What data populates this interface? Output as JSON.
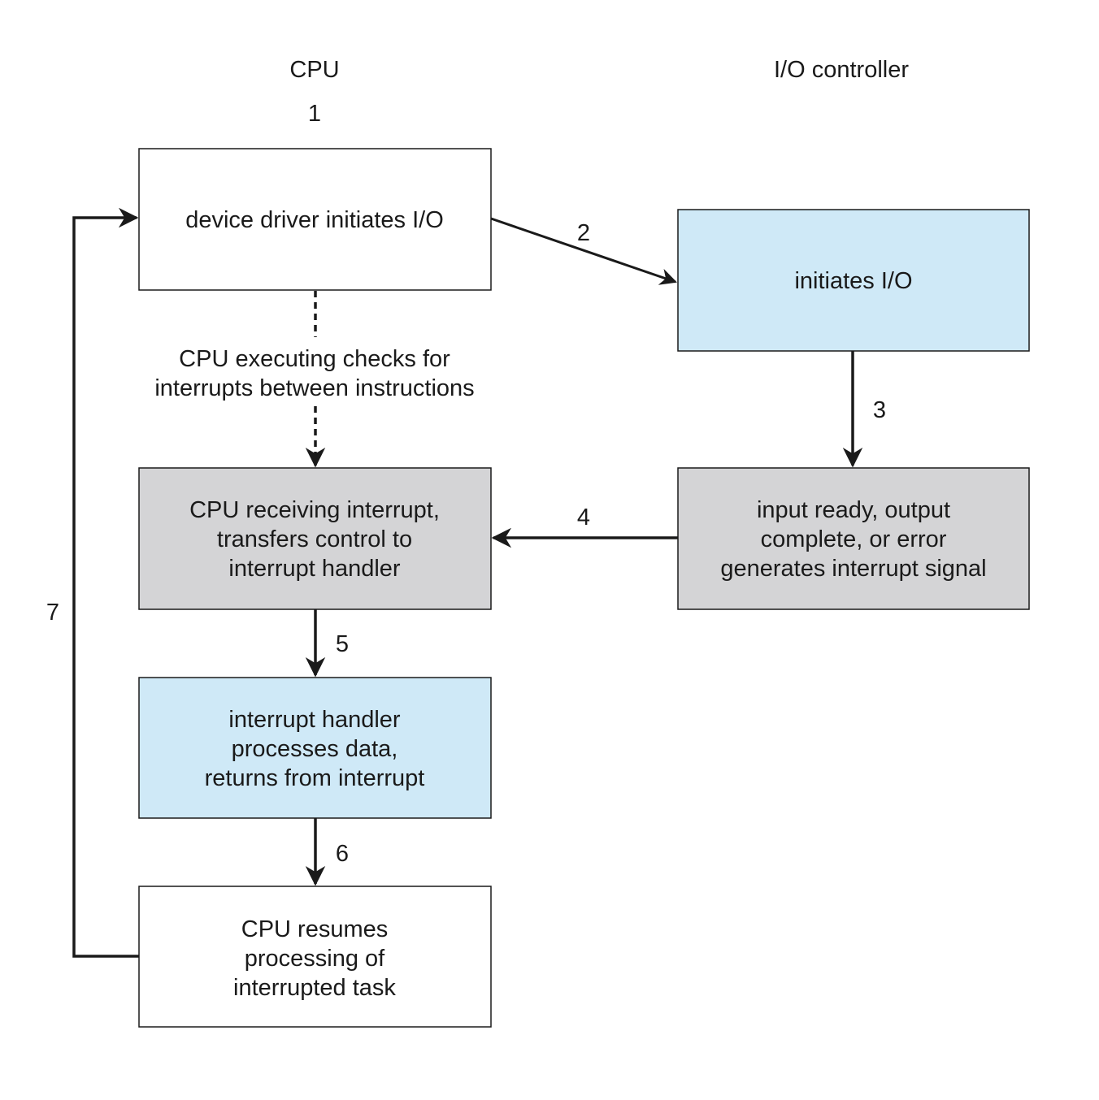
{
  "headers": {
    "cpu": "CPU",
    "io": "I/O controller"
  },
  "steps": [
    "1",
    "2",
    "3",
    "4",
    "5",
    "6",
    "7"
  ],
  "boxes": {
    "device_driver": {
      "lines": [
        "device driver initiates I/O"
      ],
      "fill": "#ffffff"
    },
    "io_initiates": {
      "lines": [
        "initiates I/O"
      ],
      "fill": "#cfe9f7"
    },
    "cpu_receiving": {
      "lines": [
        "CPU receiving interrupt,",
        "transfers control to",
        "interrupt handler"
      ],
      "fill": "#d4d4d6"
    },
    "input_ready": {
      "lines": [
        "input ready, output",
        "complete, or error",
        "generates interrupt signal"
      ],
      "fill": "#d4d4d6"
    },
    "handler_processes": {
      "lines": [
        "interrupt handler",
        "processes data,",
        "returns from interrupt"
      ],
      "fill": "#cfe9f7"
    },
    "cpu_resumes": {
      "lines": [
        "CPU resumes",
        "processing of",
        "interrupted task"
      ],
      "fill": "#ffffff"
    }
  },
  "cpu_checking": [
    "CPU executing checks for",
    "interrupts between instructions"
  ],
  "colors": {
    "stroke": "#1a1a1a",
    "text": "#1a1a1a"
  }
}
